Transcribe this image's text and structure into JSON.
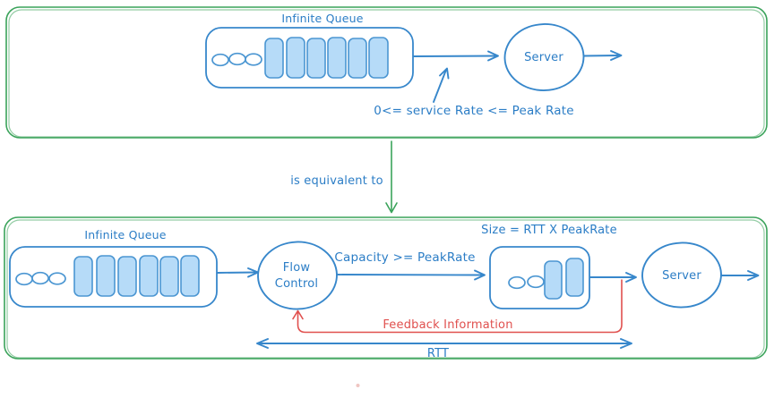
{
  "diagram": {
    "top": {
      "queue_label": "Infinite Queue",
      "server_label": "Server",
      "rate_annotation": "0<= service Rate <= Peak Rate"
    },
    "equivalence_label": "is equivalent to",
    "bottom": {
      "queue_label": "Infinite Queue",
      "flow_control_line1": "Flow",
      "flow_control_line2": "Control",
      "capacity_label": "Capacity >= PeakRate",
      "buffer_size_label": "Size = RTT X PeakRate",
      "server_label": "Server",
      "feedback_label": "Feedback Information",
      "rtt_label": "RTT"
    },
    "colors": {
      "frame_green": "#3aa35a",
      "stroke_blue": "#3787cb",
      "text_blue": "#2b7dc6",
      "item_fill_blue": "#b6dbf8",
      "feedback_red": "#e0504e"
    }
  }
}
